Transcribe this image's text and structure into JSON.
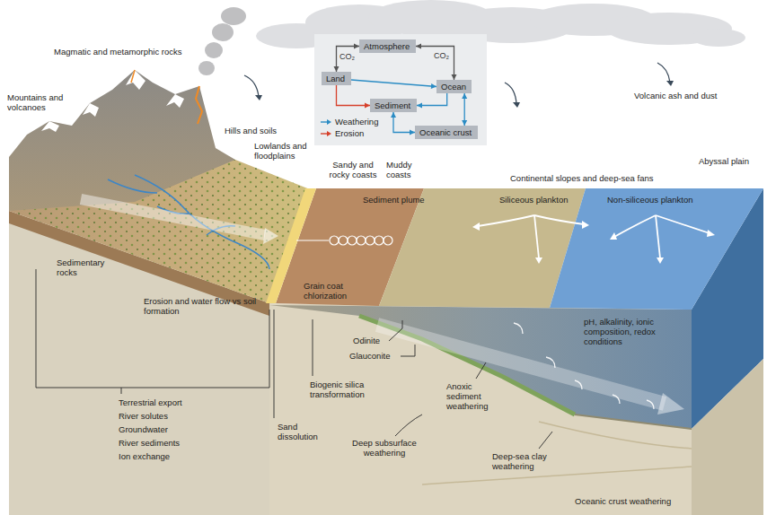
{
  "diagram": {
    "nodes": [
      {
        "text": [
          "Atmosphere"
        ]
      },
      {
        "text": [
          "Land"
        ]
      },
      {
        "text": [
          "Ocean"
        ]
      },
      {
        "text": [
          "Sediment"
        ]
      },
      {
        "text": [
          "Oceanic crust"
        ]
      }
    ],
    "edges": [
      {
        "from": 0,
        "to": 1,
        "label": "CO₂",
        "arrow": "both"
      },
      {
        "from": 0,
        "to": 2,
        "label": "CO₂",
        "arrow": "both"
      },
      {
        "from": 1,
        "to": 2,
        "arrow": "to"
      },
      {
        "from": 1,
        "to": 3,
        "arrow": "to"
      },
      {
        "from": 2,
        "to": 3,
        "arrow": "to"
      },
      {
        "from": 3,
        "to": 4,
        "arrow": "both"
      },
      {
        "from": 2,
        "to": 4,
        "arrow": "both"
      }
    ],
    "labels": [
      "Magmatic and metamorphic rocks",
      "Mountains and volcanoes",
      "Volcanic ash and dust",
      "Hills and soils",
      "Lowlands and floodplains",
      "Sandy and rocky coasts",
      "Muddy coasts",
      "Abyssal plain",
      "Continental slopes and deep-sea fans",
      "Sediment plume",
      "Siliceous plankton",
      "Non-siliceous plankton",
      "Sedimentary rocks",
      "Grain coat chlorization",
      "Erosion and water flow vs soil formation",
      "pH, alkalinity, ionic composition, redox conditions",
      "Odinite",
      "Glauconite",
      "Biogenic silica transformation",
      "Anoxic sediment weathering",
      "Terrestrial export",
      "River solutes",
      "Groundwater",
      "River sediments",
      "Ion exchange",
      "Sand dissolution",
      "Deep subsurface weathering",
      "Deep-sea clay weathering",
      "Oceanic crust weathering"
    ],
    "legend": [
      {
        "text": "Weathering"
      },
      {
        "text": "Erosion"
      }
    ]
  }
}
